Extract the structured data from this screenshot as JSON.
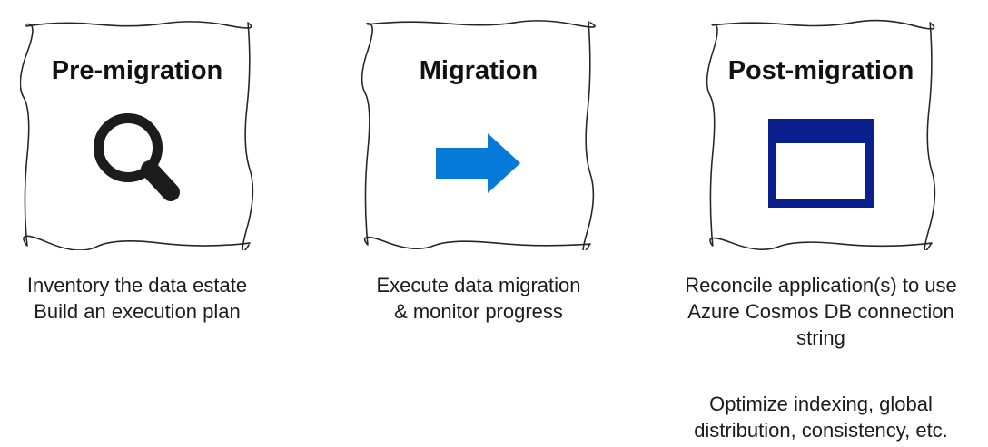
{
  "page": {
    "background": "#ffffff",
    "frame_stroke": "#262626"
  },
  "columns": [
    {
      "id": "pre-migration",
      "title": "Pre-migration",
      "icon": "magnifier-icon",
      "icon_color": "#1c1c1c",
      "captions": [
        [
          "Inventory the data estate",
          "Build an execution plan"
        ]
      ]
    },
    {
      "id": "migration",
      "title": "Migration",
      "icon": "arrow-right-icon",
      "icon_color": "#0779d8",
      "captions": [
        [
          "Execute data migration",
          "& monitor progress"
        ]
      ]
    },
    {
      "id": "post-migration",
      "title": "Post-migration",
      "icon": "window-icon",
      "icon_color": "#0b208f",
      "icon_inner_color": "#ffffff",
      "captions": [
        [
          "Reconcile application(s) to use",
          "Azure Cosmos DB connection",
          "string"
        ],
        [
          "Optimize indexing, global",
          "distribution, consistency, etc."
        ]
      ]
    }
  ]
}
